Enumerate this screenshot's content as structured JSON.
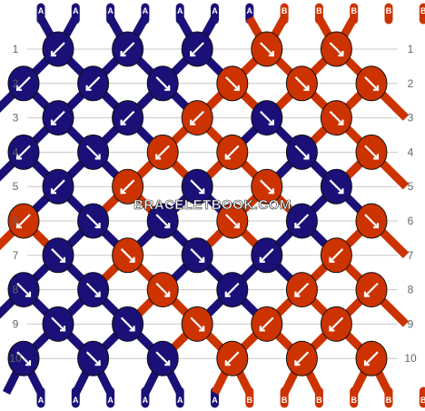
{
  "watermark": "BRACELETBOOK.COM",
  "colors": {
    "A": "#1a1078",
    "B": "#cc3300",
    "arrow": "#ffffff",
    "grid": "#c8c8c8",
    "label": "#666666"
  },
  "top_strands": [
    "A",
    "A",
    "A",
    "A",
    "A",
    "A",
    "A",
    "B",
    "B",
    "B",
    "B",
    "B"
  ],
  "bottom_strands": [
    "A",
    "A",
    "A",
    "A",
    "A",
    "A",
    "B",
    "B",
    "B",
    "B",
    "B",
    "B"
  ],
  "rows": [
    {
      "label": "1",
      "knots": [
        {
          "c": "A",
          "d": "SW"
        },
        {
          "c": "A",
          "d": "SW"
        },
        {
          "c": "A",
          "d": "SW"
        },
        {
          "c": "B",
          "d": "SE"
        },
        {
          "c": "B",
          "d": "SE"
        }
      ]
    },
    {
      "label": "2",
      "knots": [
        {
          "c": "A",
          "d": "SW"
        },
        {
          "c": "A",
          "d": "SW"
        },
        {
          "c": "A",
          "d": "SE"
        },
        {
          "c": "B",
          "d": "SE"
        },
        {
          "c": "B",
          "d": "SE"
        },
        {
          "c": "B",
          "d": "SE"
        }
      ]
    },
    {
      "label": "3",
      "knots": [
        {
          "c": "A",
          "d": "SW"
        },
        {
          "c": "A",
          "d": "SW"
        },
        {
          "c": "B",
          "d": "SW"
        },
        {
          "c": "A",
          "d": "SE"
        },
        {
          "c": "B",
          "d": "SE"
        }
      ]
    },
    {
      "label": "4",
      "knots": [
        {
          "c": "A",
          "d": "SW"
        },
        {
          "c": "A",
          "d": "SE"
        },
        {
          "c": "B",
          "d": "SW"
        },
        {
          "c": "B",
          "d": "SW"
        },
        {
          "c": "A",
          "d": "SE"
        },
        {
          "c": "B",
          "d": "SE"
        }
      ]
    },
    {
      "label": "5",
      "knots": [
        {
          "c": "A",
          "d": "SW"
        },
        {
          "c": "B",
          "d": "SW"
        },
        {
          "c": "A",
          "d": "SE"
        },
        {
          "c": "B",
          "d": "SE"
        },
        {
          "c": "A",
          "d": "SE"
        }
      ]
    },
    {
      "label": "6",
      "knots": [
        {
          "c": "B",
          "d": "SW"
        },
        {
          "c": "A",
          "d": "SE"
        },
        {
          "c": "A",
          "d": "SE"
        },
        {
          "c": "B",
          "d": "SE"
        },
        {
          "c": "A",
          "d": "SW"
        },
        {
          "c": "B",
          "d": "SE"
        }
      ]
    },
    {
      "label": "7",
      "knots": [
        {
          "c": "A",
          "d": "SE"
        },
        {
          "c": "B",
          "d": "SE"
        },
        {
          "c": "A",
          "d": "SE"
        },
        {
          "c": "A",
          "d": "SW"
        },
        {
          "c": "B",
          "d": "SW"
        }
      ]
    },
    {
      "label": "8",
      "knots": [
        {
          "c": "A",
          "d": "SE"
        },
        {
          "c": "A",
          "d": "SE"
        },
        {
          "c": "B",
          "d": "SE"
        },
        {
          "c": "A",
          "d": "SW"
        },
        {
          "c": "B",
          "d": "SW"
        },
        {
          "c": "B",
          "d": "SW"
        }
      ]
    },
    {
      "label": "9",
      "knots": [
        {
          "c": "A",
          "d": "SE"
        },
        {
          "c": "A",
          "d": "SE"
        },
        {
          "c": "B",
          "d": "SE"
        },
        {
          "c": "B",
          "d": "SW"
        },
        {
          "c": "B",
          "d": "SW"
        }
      ]
    },
    {
      "label": "10",
      "knots": [
        {
          "c": "A",
          "d": "SE"
        },
        {
          "c": "A",
          "d": "SE"
        },
        {
          "c": "A",
          "d": "SE"
        },
        {
          "c": "B",
          "d": "SW"
        },
        {
          "c": "B",
          "d": "SW"
        },
        {
          "c": "B",
          "d": "SW"
        }
      ]
    }
  ]
}
